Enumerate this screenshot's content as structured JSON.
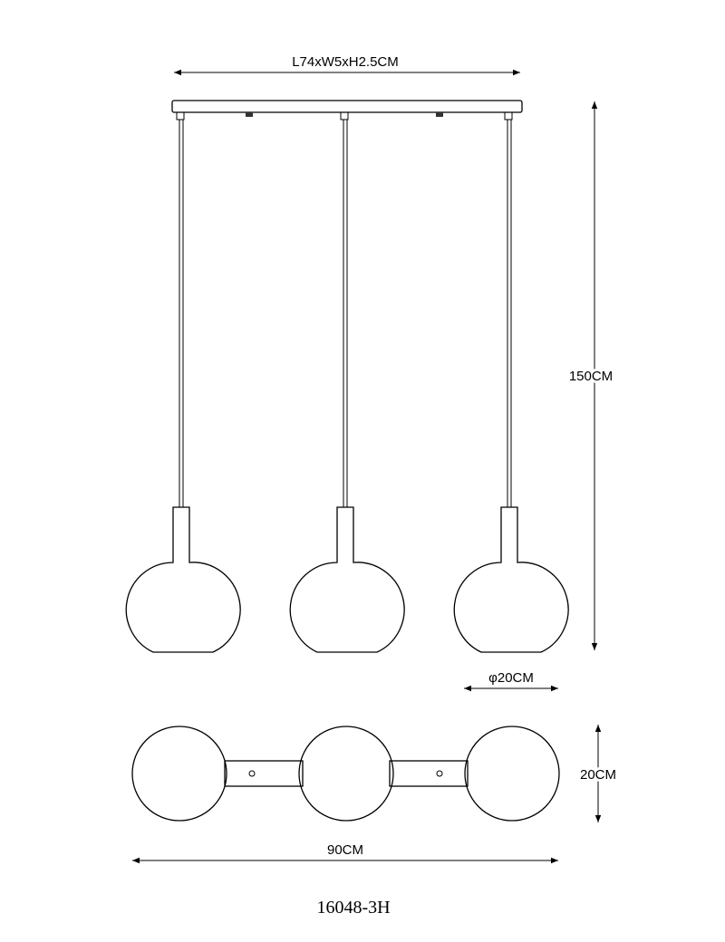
{
  "dimensions": {
    "canopy": "L74xW5xH2.5CM",
    "height": "150CM",
    "shade_diameter": "φ20CM",
    "top_view_width": "20CM",
    "top_view_length": "90CM"
  },
  "model_number": "16048-3H",
  "colors": {
    "line": "#000000",
    "background": "#ffffff"
  }
}
